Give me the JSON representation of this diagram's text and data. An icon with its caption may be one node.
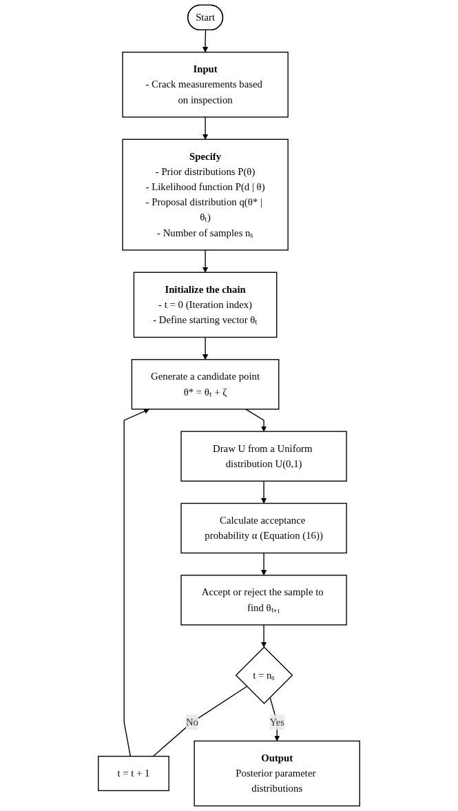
{
  "diagram": {
    "nodes": [
      {
        "text": [
          "Start"
        ]
      },
      {
        "text": [
          "Input",
          "- Crack measurements based on inspection"
        ]
      },
      {
        "text": [
          "Specify",
          "- Prior distributions P(θ)",
          "- Likelihood function P(d | θ)",
          "- Proposal distribution q(θ* | θₜ)",
          "- Number of samples nₛ"
        ]
      },
      {
        "text": [
          "Initialize the chain",
          "- t = 0 (Iteration index)",
          "- Define starting vector θₜ"
        ]
      },
      {
        "text": [
          "Generate a candidate point",
          "θ* = θₜ + ζ"
        ]
      },
      {
        "text": [
          "Draw U from a Uniform distribution U(0,1)"
        ]
      },
      {
        "text": [
          "Calculate acceptance probability α (Equation (16))"
        ]
      },
      {
        "text": [
          "Accept or reject the sample to find θₜ₊₁"
        ]
      },
      {
        "text": [
          "t = nₛ"
        ]
      },
      {
        "text": [
          "t = t + 1"
        ]
      },
      {
        "text": [
          "Output",
          "Posterior parameter distributions"
        ]
      }
    ],
    "edges": [
      {
        "from": 0,
        "to": 1,
        "arrow": "to"
      },
      {
        "from": 1,
        "to": 2,
        "arrow": "to"
      },
      {
        "from": 2,
        "to": 3,
        "arrow": "to"
      },
      {
        "from": 3,
        "to": 4,
        "arrow": "to"
      },
      {
        "from": 4,
        "to": 5,
        "arrow": "to"
      },
      {
        "from": 5,
        "to": 6,
        "arrow": "to"
      },
      {
        "from": 6,
        "to": 7,
        "arrow": "to"
      },
      {
        "from": 7,
        "to": 8,
        "arrow": "to"
      },
      {
        "from": 8,
        "to": 9,
        "arrow": "none",
        "label": "No"
      },
      {
        "from": 9,
        "to": 4,
        "arrow": "to"
      },
      {
        "from": 8,
        "to": 10,
        "arrow": "to",
        "label": "Yes"
      }
    ]
  }
}
